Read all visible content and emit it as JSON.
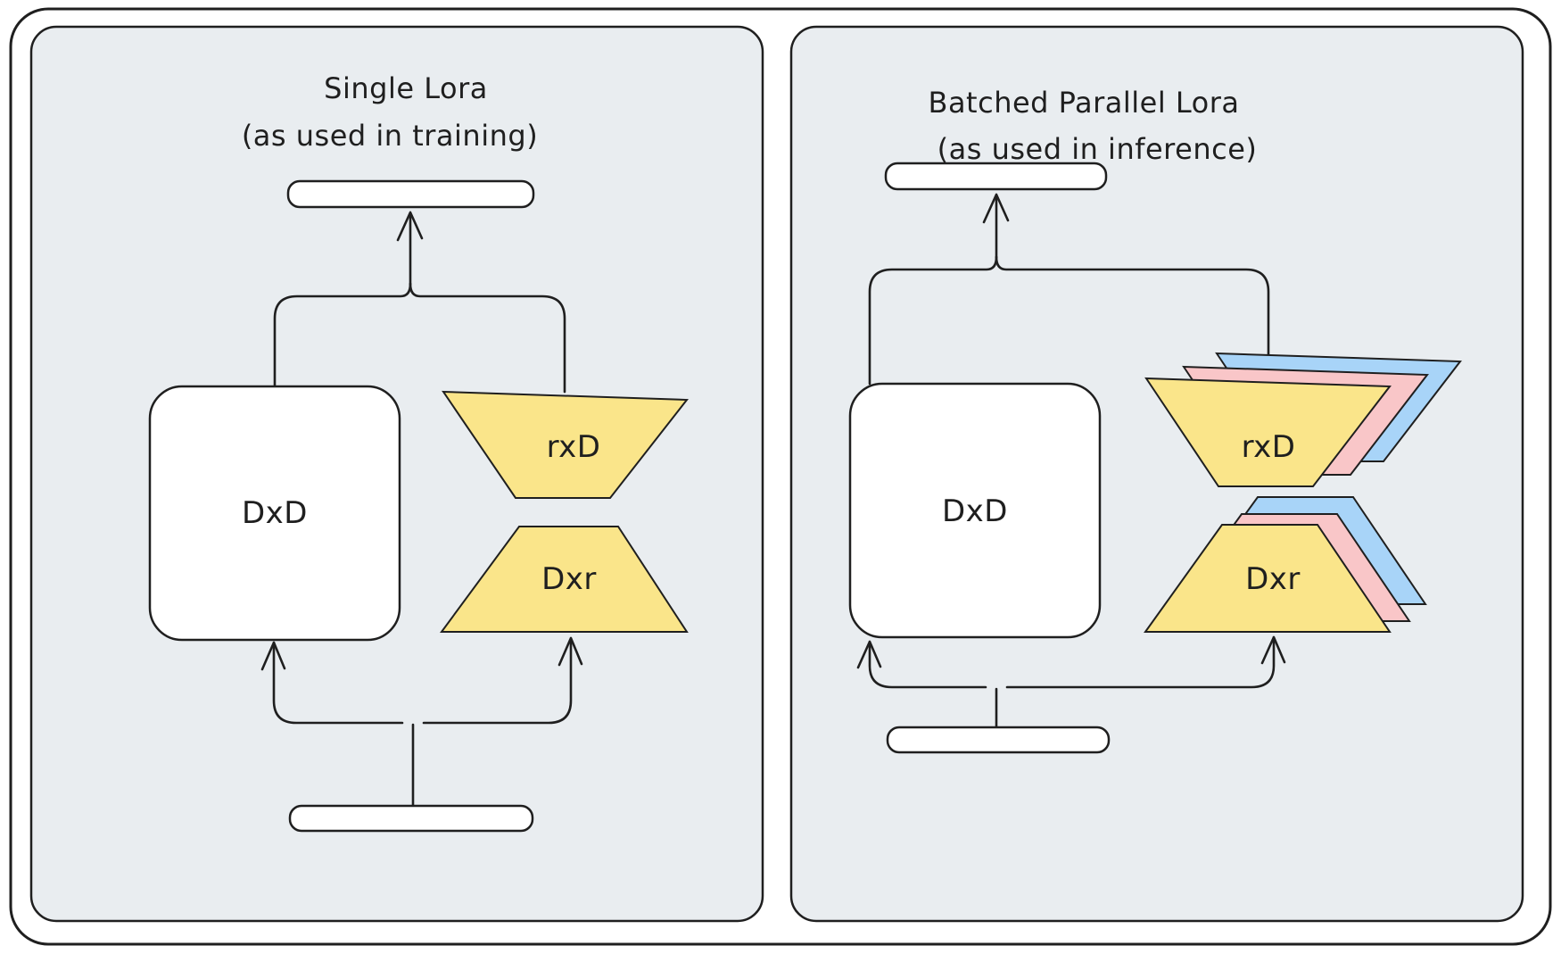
{
  "colors": {
    "panel_bg": "#e9edf0",
    "surface": "#ffffff",
    "stroke": "#1f1f1f",
    "lora_yellow": "#fae58a",
    "lora_pink": "#f9c6c8",
    "lora_blue": "#a8d4f8"
  },
  "left_panel": {
    "title_line1": "Single Lora",
    "title_line2": "(as used in training)",
    "dxd_label": "DxD",
    "rxd_label": "rxD",
    "dxr_label": "Dxr"
  },
  "right_panel": {
    "title_line1": "Batched Parallel Lora",
    "title_line2": "(as used in inference)",
    "dxd_label": "DxD",
    "rxd_label": "rxD",
    "dxr_label": "Dxr"
  }
}
